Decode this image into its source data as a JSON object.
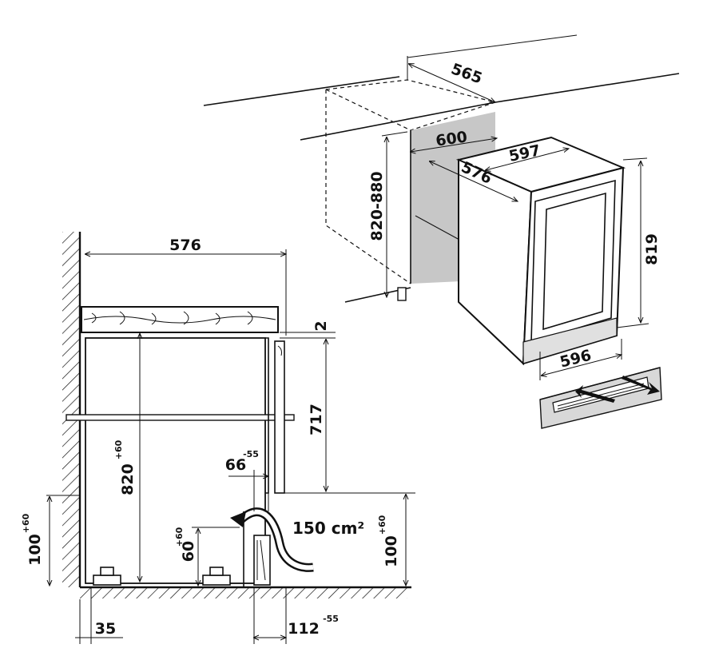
{
  "dimensions": {
    "side_width": "576",
    "gap_top": "2",
    "cabinet_height": "717",
    "height_range_main": "820",
    "height_range_main_sup": "+60",
    "vent_width": "66",
    "vent_width_sup": "-55",
    "vent_area": "150 cm²",
    "plinth_height_left": "100",
    "plinth_height_left_sup": "+60",
    "plinth_height_right": "100",
    "plinth_height_right_sup": "+60",
    "foot_height": "60",
    "foot_height_sup": "+60",
    "wall_offset": "35",
    "front_offset": "112",
    "front_offset_sup": "-55",
    "niche_depth": "565",
    "niche_width": "600",
    "niche_height": "820-880",
    "unit_width": "597",
    "unit_depth": "576",
    "unit_height": "819",
    "unit_base_width": "596"
  }
}
